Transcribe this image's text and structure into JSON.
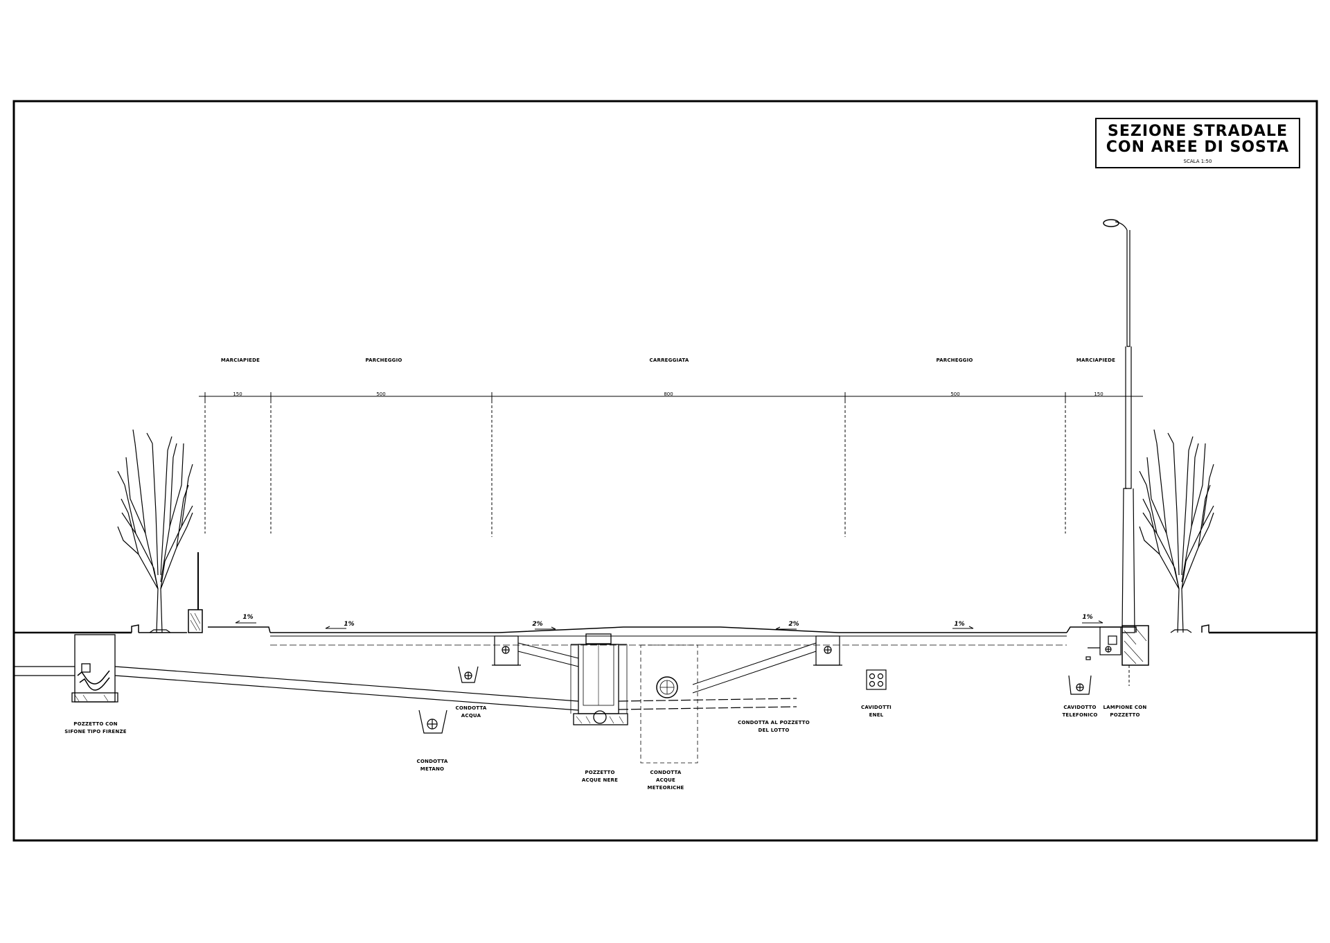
{
  "title_block": {
    "line1": "SEZIONE STRADALE",
    "line2": "CON AREE DI SOSTA",
    "scale": "SCALA 1:50"
  },
  "sections": [
    {
      "name": "MARCIAPIEDE",
      "width": "150"
    },
    {
      "name": "PARCHEGGIO",
      "width": "500"
    },
    {
      "name": "CARREGGIATA",
      "width": "800"
    },
    {
      "name": "PARCHEGGIO",
      "width": "500"
    },
    {
      "name": "MARCIAPIEDE",
      "width": "150"
    }
  ],
  "slopes": [
    "1%",
    "1%",
    "2%",
    "2%",
    "1%",
    "1%"
  ],
  "labels": {
    "pozzetto_sifone": [
      "POZZETTO CON",
      "SIFONE TIPO FIRENZE"
    ],
    "condotta_metano": [
      "CONDOTTA",
      "METANO"
    ],
    "condotta_acqua": [
      "CONDOTTA",
      "ACQUA"
    ],
    "pozzetto_acque_nere": [
      "POZZETTO",
      "ACQUE NERE"
    ],
    "condotta_acque_meteoriche": [
      "CONDOTTA",
      "ACQUE",
      "METEORICHE"
    ],
    "condotta_pozzetto_lotto": [
      "CONDOTTA AL POZZETTO",
      "DEL LOTTO"
    ],
    "cavidotti_enel": [
      "CAVIDOTTI",
      "ENEL"
    ],
    "cavidotto_telefonico": [
      "CAVIDOTTO",
      "TELEFONICO"
    ],
    "lampione_pozzetto": [
      "LAMPIONE CON",
      "POZZETTO"
    ]
  }
}
